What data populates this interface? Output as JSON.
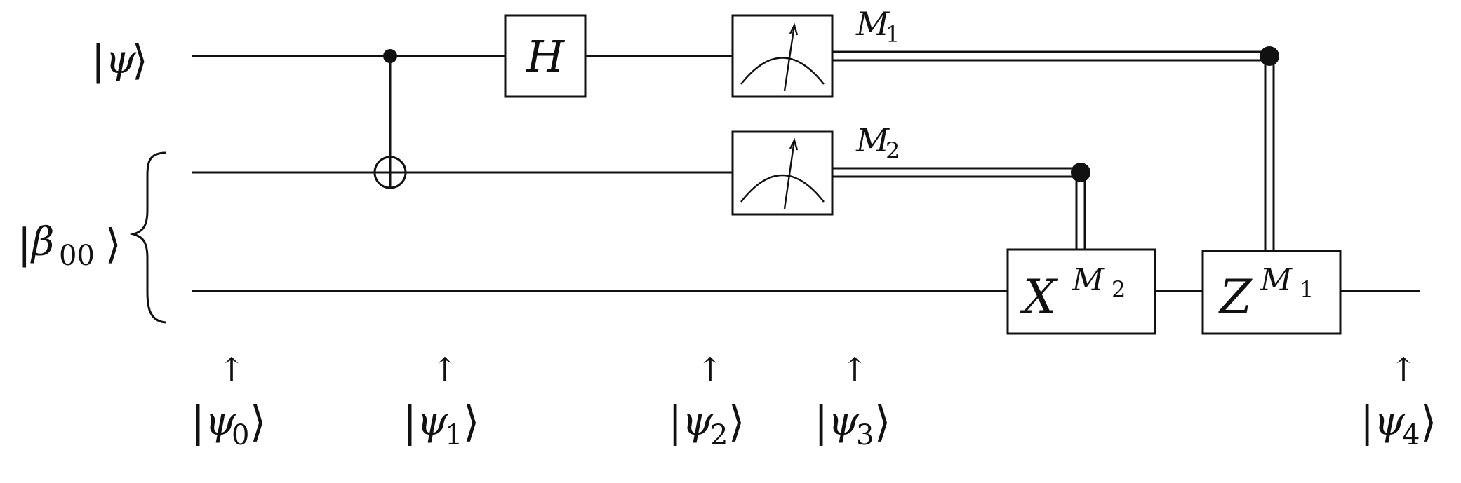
{
  "inputs": {
    "psi": {
      "bar": "|",
      "symbol": "ψ",
      "ket": "⟩"
    },
    "beta": {
      "bar": "|",
      "symbol": "β",
      "sub": "00",
      "ket": "⟩"
    }
  },
  "gates": {
    "hadamard": {
      "label": "H"
    },
    "x_correction": {
      "base": "X",
      "sup": "M",
      "sup_sub": "2"
    },
    "z_correction": {
      "base": "Z",
      "sup": "M",
      "sup_sub": "1"
    }
  },
  "measurements": {
    "m1": {
      "letter": "M",
      "sub": "1"
    },
    "m2": {
      "letter": "M",
      "sub": "2"
    }
  },
  "state_markers": [
    {
      "symbol": "ψ",
      "sub": "0"
    },
    {
      "symbol": "ψ",
      "sub": "1"
    },
    {
      "symbol": "ψ",
      "sub": "2"
    },
    {
      "symbol": "ψ",
      "sub": "3"
    },
    {
      "symbol": "ψ",
      "sub": "4"
    }
  ],
  "glyphs": {
    "arrow": "↑",
    "bar": "|",
    "ket": "⟩"
  },
  "colors": {
    "ink": "#111111",
    "background": "#ffffff"
  }
}
